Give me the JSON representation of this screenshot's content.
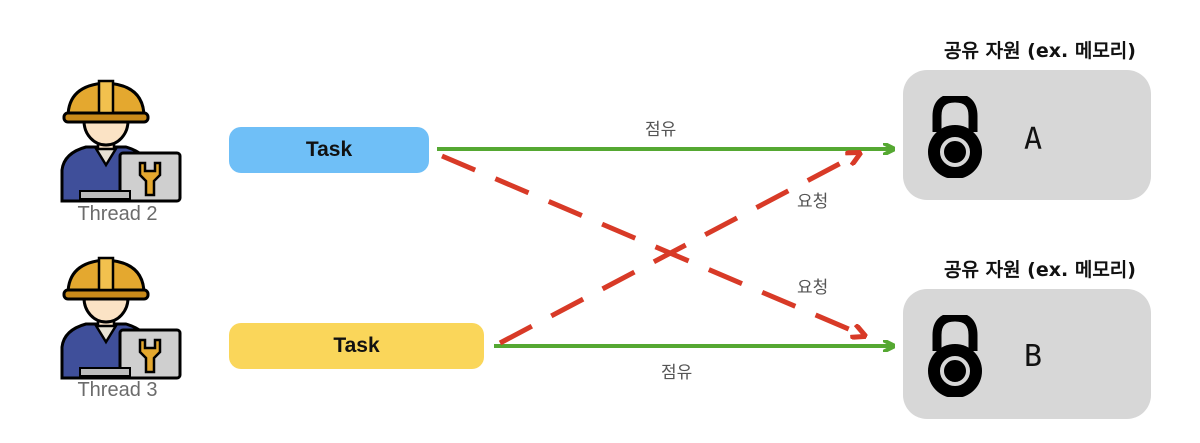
{
  "threads": [
    {
      "label": "Thread 2",
      "task": "Task",
      "task_color": "#6fbff7"
    },
    {
      "label": "Thread 3",
      "task": "Task",
      "task_color": "#fad65a"
    }
  ],
  "resources": [
    {
      "title": "공유 자원 (ex. 메모리)",
      "letter": "A"
    },
    {
      "title": "공유 자원 (ex. 메모리)",
      "letter": "B"
    }
  ],
  "arrow_labels": {
    "occupy_top": "점유",
    "request_top": "요청",
    "request_bottom": "요청",
    "occupy_bottom": "점유"
  },
  "colors": {
    "occupy_arrow": "#55a832",
    "request_arrow": "#d83a27",
    "resource_box": "#d7d7d7",
    "helmet": "#e4a82f",
    "shirt": "#3f4f9a"
  },
  "icons": {
    "worker": "worker-with-helmet-icon",
    "tool": "wrench-laptop-icon",
    "lock": "padlock-icon"
  }
}
